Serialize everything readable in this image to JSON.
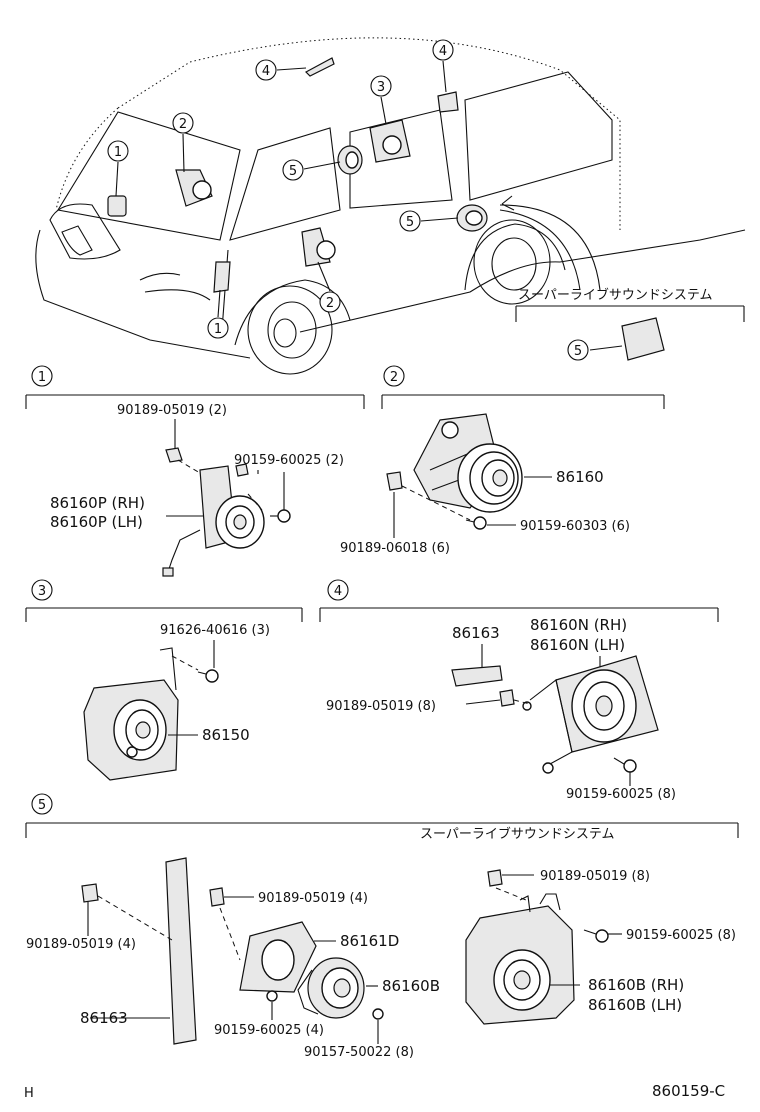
{
  "overview": {
    "callouts": [
      "1",
      "2",
      "3",
      "4",
      "5"
    ],
    "super_live_label": "スーパーライブサウンドシステム"
  },
  "section1": {
    "number": "1",
    "bolt_a": "90189-05019 (2)",
    "screw_b": "90159-60025 (2)",
    "part_rh": "86160P (RH)",
    "part_lh": "86160P (LH)"
  },
  "section2": {
    "number": "2",
    "speaker": "86160",
    "screw": "90159-60303 (6)",
    "nut": "90189-06018 (6)"
  },
  "section3": {
    "number": "3",
    "screw": "91626-40616 (3)",
    "speaker": "86150"
  },
  "section4": {
    "number": "4",
    "bracket": "86163",
    "part_rh": "86160N (RH)",
    "part_lh": "86160N (LH)",
    "nut": "90189-05019 (8)",
    "screw": "90159-60025 (8)"
  },
  "section5": {
    "number": "5",
    "super_live_label": "スーパーライブサウンドシステム",
    "nut_top": "90189-05019 (8)",
    "screw_right": "90159-60025 (8)",
    "part_rh": "86160B (RH)",
    "part_lh": "86160B (LH)",
    "nut_left": "90189-05019 (4)",
    "nut_mid": "90189-05019 (4)",
    "bracket_d": "86161D",
    "speaker_b": "86160B",
    "bracket": "86163",
    "screw_a": "90159-60025 (4)",
    "screw_b": "90157-50022 (8)"
  },
  "footer": {
    "left_code": "H",
    "diagram_code": "860159-C"
  }
}
